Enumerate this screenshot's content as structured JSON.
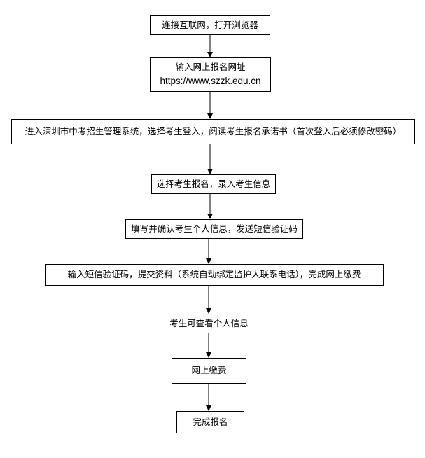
{
  "flowchart": {
    "steps": [
      {
        "id": "step1",
        "lines": [
          "连接互联网，打开浏览器"
        ]
      },
      {
        "id": "step2",
        "lines": [
          "输入网上报名网址",
          "https://www.szzk.edu.cn"
        ]
      },
      {
        "id": "step3",
        "lines": [
          "进入深圳市中考招生管理系统，选择考生登入，阅读考生报名承诺书（首次登入后必须修改密码）"
        ]
      },
      {
        "id": "step4",
        "lines": [
          "选择考生报名，录入考生信息"
        ]
      },
      {
        "id": "step5",
        "lines": [
          "填写并确认考生个人信息，发送短信验证码"
        ]
      },
      {
        "id": "step6",
        "lines": [
          "输入短信验证码，提交资料（系统自动绑定监护人联系电话），完成网上缴费"
        ]
      },
      {
        "id": "step7",
        "lines": [
          "考生可查看个人信息"
        ]
      },
      {
        "id": "step8",
        "lines": [
          "网上缴费"
        ]
      },
      {
        "id": "step9",
        "lines": [
          "完成报名"
        ]
      }
    ],
    "line_color": "#000000"
  }
}
